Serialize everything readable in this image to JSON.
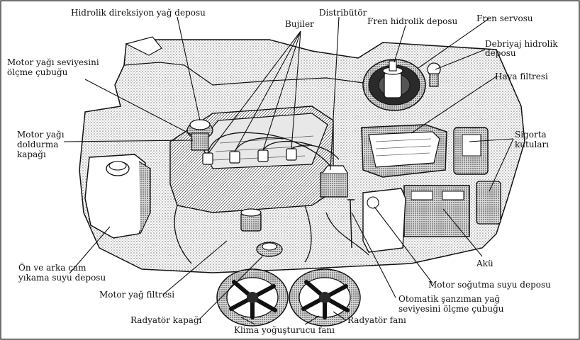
{
  "labels": {
    "hidrolik_direksiyon": "Hidrolik direksiyon yağ deposu",
    "bujiler": "Bujiler",
    "distributor": "Distribütör",
    "fren_hidrolik": "Fren hidrolik deposu",
    "fren_servosu": "Fren servosu",
    "debriyaj_1": "Debriyaj hidrolik",
    "debriyaj_2": "deposu",
    "yag_olcme_1": "Motor yağı seviyesini",
    "yag_olcme_2": "ölçme çubuğu",
    "hava_filtresi": "Hava filtresi",
    "doldurma_1": "Motor yağı",
    "doldurma_2": "doldurma",
    "doldurma_3": "kapağı",
    "sigorta_1": "Sigorta",
    "sigorta_2": "kutuları",
    "yikama_1": "Ön ve arka cam",
    "yikama_2": "yıkama suyu deposu",
    "aku": "Akü",
    "yag_filtresi": "Motor yağ filtresi",
    "sogutma": "Motor soğutma suyu deposu",
    "otomatik_1": "Otomatik şanzıman yağ",
    "otomatik_2": "seviyesini ölçme çubuğu",
    "radyator_kapagi": "Radyatör kapağı",
    "radyator_fani": "Radyatör fanı",
    "klima_fani": "Klima yoğuşturucu fanı"
  },
  "colors": {
    "ink": "#111111",
    "shade": "#9a9a9a",
    "dark": "#2a2a2a"
  }
}
